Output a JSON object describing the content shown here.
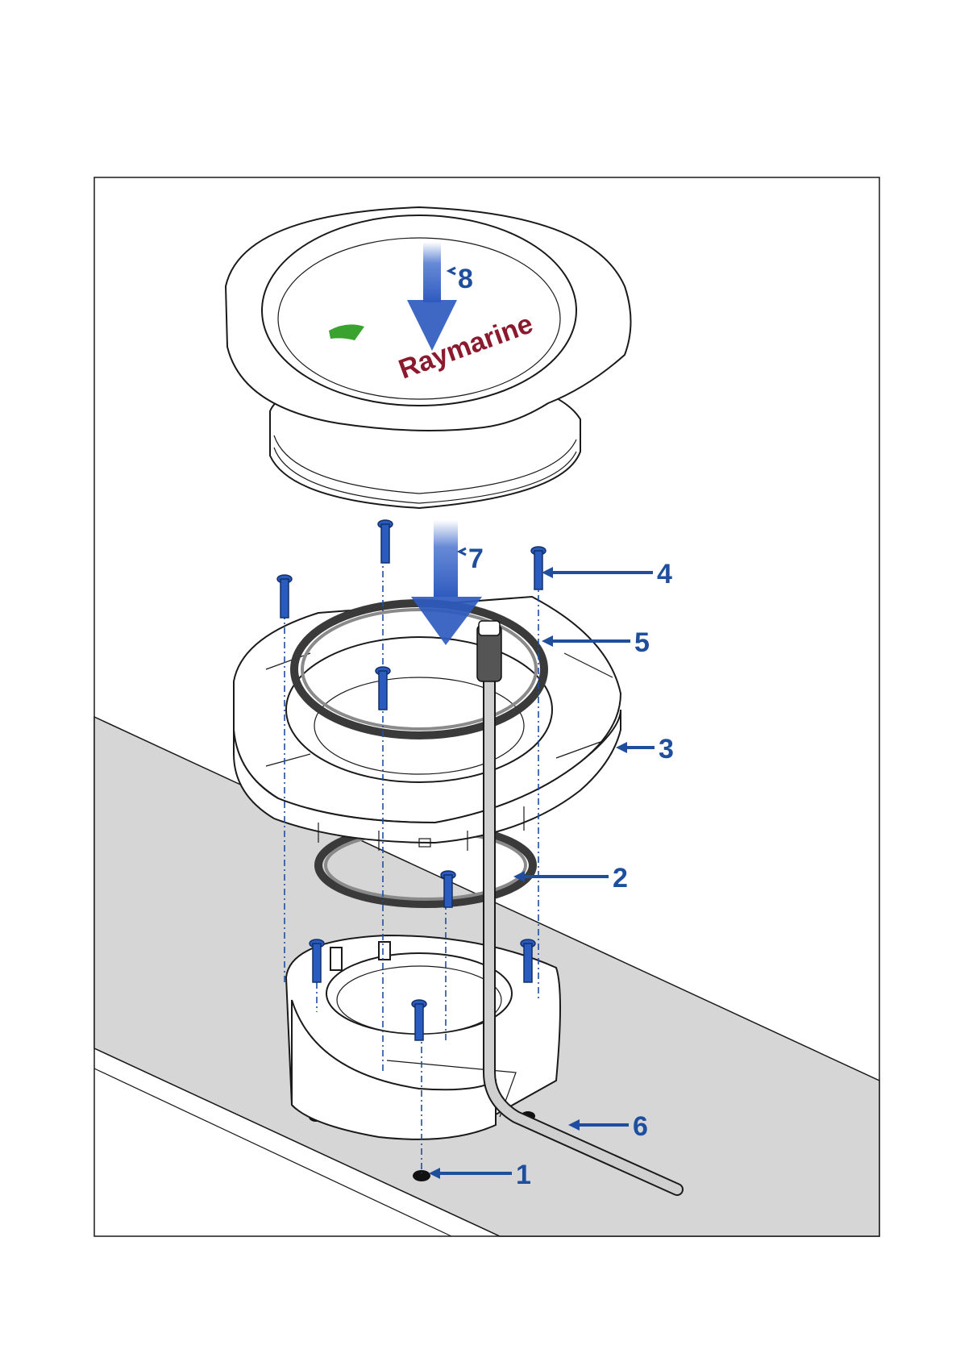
{
  "figure": {
    "brand_text": "Raymarine",
    "colors": {
      "callout": "#1f4e9c",
      "arrow": "#3563c9",
      "surface": "#d6d6d6",
      "brand": "#8c1a2e",
      "indicator": "#3aa32f"
    },
    "arrows": [
      {
        "id": "arrow-8",
        "label": "8"
      },
      {
        "id": "arrow-7",
        "label": "7"
      }
    ],
    "callouts": [
      {
        "id": "callout-1",
        "label": "1"
      },
      {
        "id": "callout-2",
        "label": "2"
      },
      {
        "id": "callout-3",
        "label": "3"
      },
      {
        "id": "callout-4",
        "label": "4"
      },
      {
        "id": "callout-5",
        "label": "5"
      },
      {
        "id": "callout-6",
        "label": "6"
      }
    ]
  }
}
